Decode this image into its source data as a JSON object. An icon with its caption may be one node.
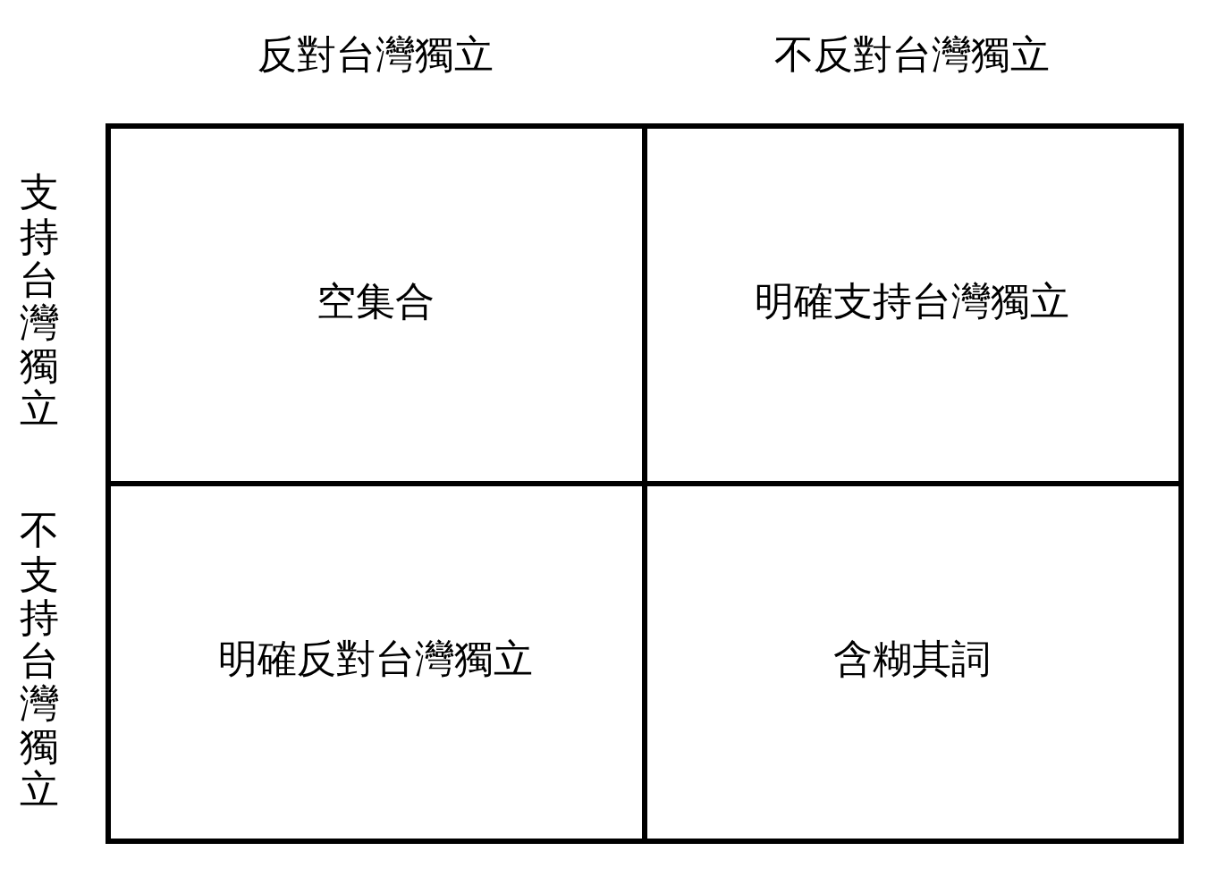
{
  "diagram": {
    "nodes": [
      {
        "text": [
          "空集合"
        ]
      },
      {
        "text": [
          "明確支持台灣獨立"
        ]
      },
      {
        "text": [
          "明確反對台灣獨立"
        ]
      },
      {
        "text": [
          "含糊其詞"
        ]
      }
    ],
    "labels": [
      "反對台灣獨立",
      "不反對台灣獨立",
      "支持台灣獨立",
      "不支持台灣獨立"
    ]
  }
}
